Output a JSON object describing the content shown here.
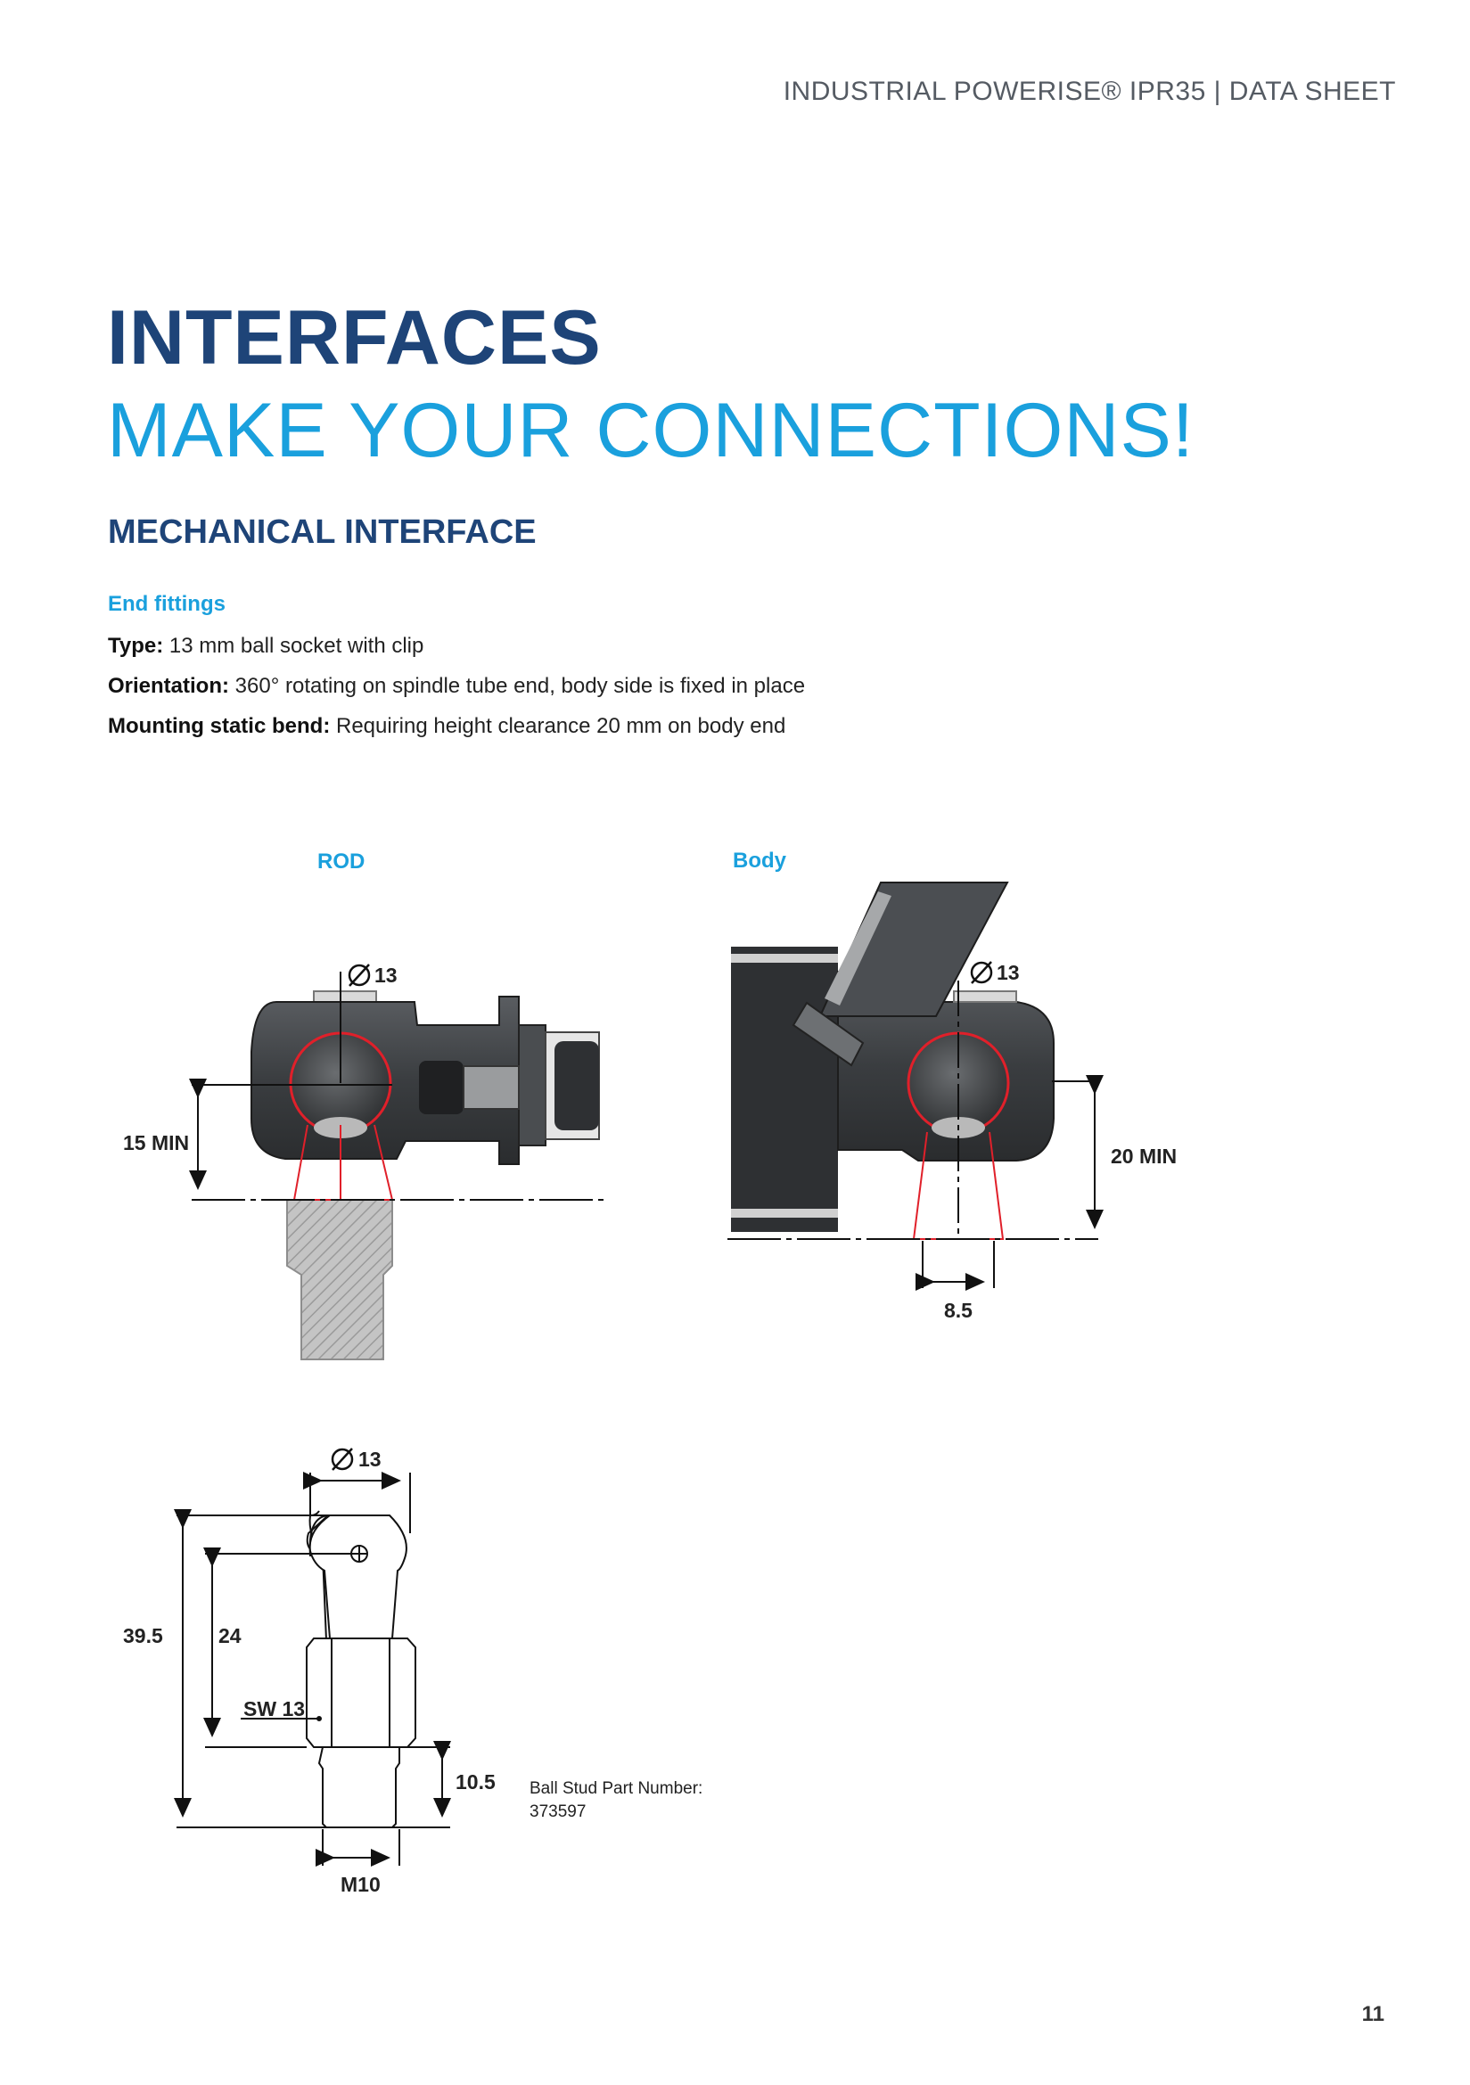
{
  "header": {
    "text": "INDUSTRIAL POWERISE® IPR35  | DATA SHEET"
  },
  "title": {
    "line1": "INTERFACES",
    "line2": "MAKE YOUR CONNECTIONS!"
  },
  "section": {
    "title": "MECHANICAL INTERFACE"
  },
  "end_fittings": {
    "heading": "End fittings",
    "type_label": "Type:",
    "type_value": "13 mm ball socket with clip",
    "orientation_label": "Orientation:",
    "orientation_value": "360° rotating on spindle tube end, body side is fixed in place",
    "mounting_label": "Mounting static bend:",
    "mounting_value": "Requiring height clearance 20 mm on body end"
  },
  "diagrams": {
    "rod": {
      "label": "ROD",
      "diameter": "13",
      "min_height": "15 MIN"
    },
    "body": {
      "label": "Body",
      "diameter": "13",
      "min_height": "20 MIN",
      "width": "8.5"
    },
    "ball_stud": {
      "diameter": "13",
      "total_length": "39.5",
      "center_height": "24",
      "wrench_size": "SW 13",
      "thread_length": "10.5",
      "thread": "M10",
      "part_number_label": "Ball Stud Part Number:",
      "part_number": "373597"
    }
  },
  "page_number": "11",
  "colors": {
    "dark_blue": "#1e4478",
    "light_blue": "#1aa0dd",
    "red_guide": "#e0202a"
  }
}
